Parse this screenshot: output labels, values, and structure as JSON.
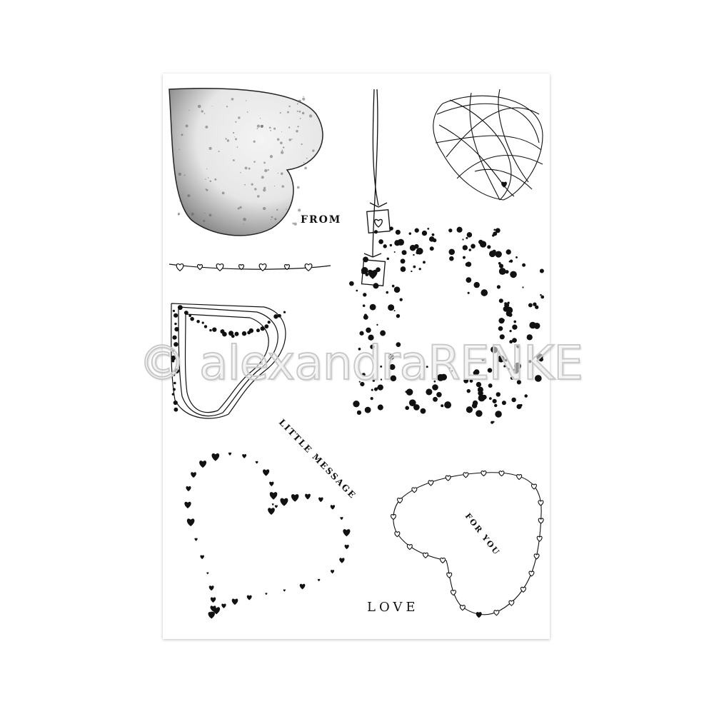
{
  "stamps": {
    "from": "FROM",
    "little_message": "LITTLE MESSAGE",
    "for_you": "FOR YOU",
    "love": "LOVE"
  },
  "watermark": "© alexandraRENKE",
  "colors": {
    "ink": "#111111",
    "watermark": "#c9c9c9",
    "background": "#ffffff"
  }
}
